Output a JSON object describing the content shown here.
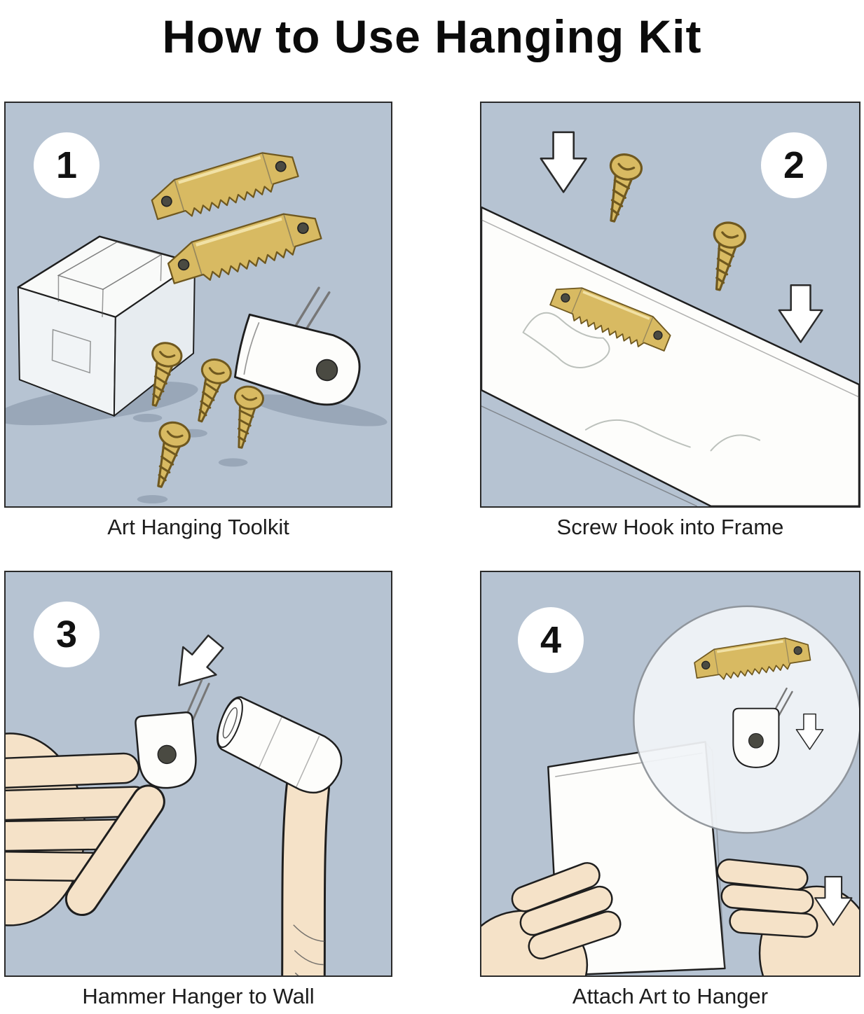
{
  "title": "How to Use Hanging  Kit",
  "colors": {
    "panel_bg": "#b6c3d2",
    "brass": "#d8ba62",
    "brass_dark": "#6f581f",
    "skin": "#f5e2c8",
    "outline": "#1e1e1e"
  },
  "panels": [
    {
      "number": "1",
      "caption": "Art Hanging Toolkit"
    },
    {
      "number": "2",
      "caption": "Screw Hook into Frame"
    },
    {
      "number": "3",
      "caption": "Hammer Hanger to Wall"
    },
    {
      "number": "4",
      "caption": "Attach Art to Hanger"
    }
  ]
}
